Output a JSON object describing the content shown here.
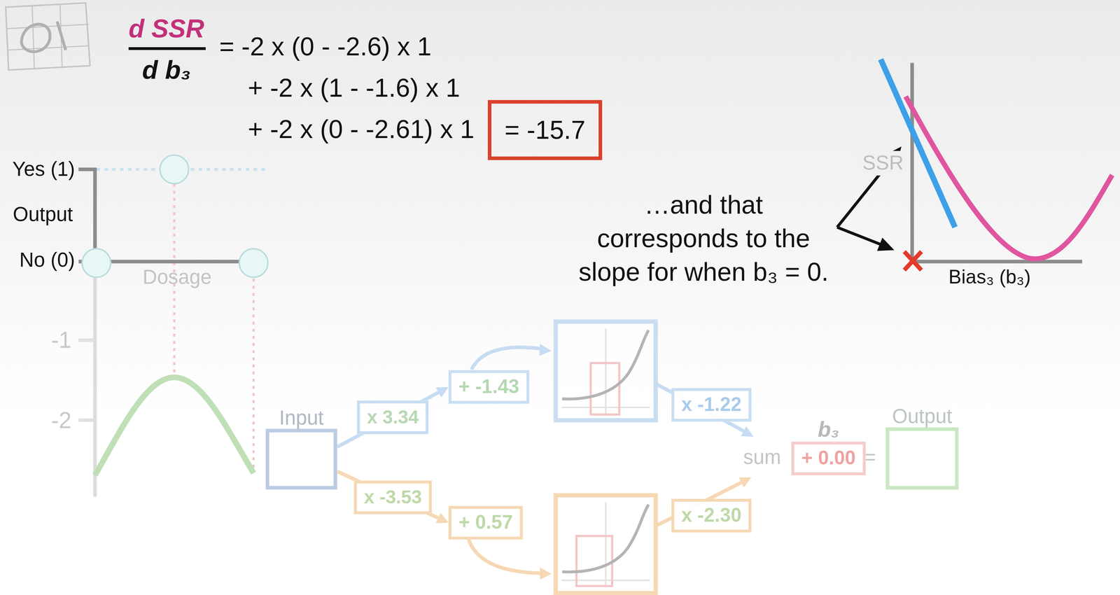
{
  "diagram": {
    "nodes": [
      {
        "text": [
          "= -15.7"
        ]
      },
      {
        "text": [
          "Input"
        ]
      },
      {
        "text": [
          "+ -1.43"
        ]
      },
      {
        "text": [
          "+ 0.57"
        ]
      },
      {
        "text": [
          "x -1.22"
        ]
      },
      {
        "text": [
          "x -2.30"
        ]
      },
      {
        "text": [
          "b₃",
          "+ 0.00"
        ]
      },
      {
        "text": [
          "Output"
        ]
      }
    ],
    "edges": [
      {
        "from": 1,
        "to": 2,
        "label": "x 3.34",
        "arrow": "to"
      },
      {
        "from": 1,
        "to": 3,
        "label": "x -3.53",
        "arrow": "to"
      }
    ],
    "labels": [
      "d SSR",
      "d b₃",
      "= -2 x (0 - -2.6) x 1",
      "+ -2 x (1 - -1.6) x 1",
      "+ -2 x (0 - -2.61) x 1",
      "Yes (1)",
      "Output",
      "No (0)",
      "Dosage",
      "-1",
      "-2",
      "SSR",
      "Bias₃ (b₃)",
      "…and that corresponds to the slope for when b₃ = 0.",
      "sum",
      "="
    ]
  }
}
